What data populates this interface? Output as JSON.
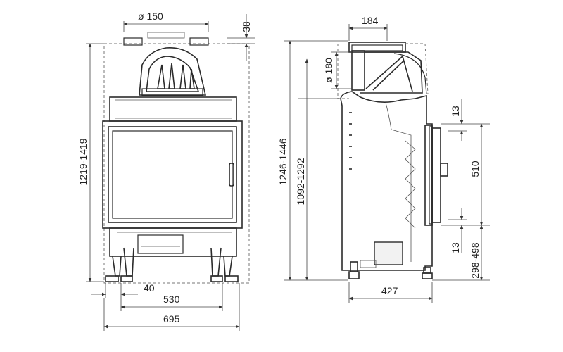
{
  "front_view": {
    "flue_diameter": "ø 150",
    "top_offset": "38",
    "height_range": "1219-1419",
    "leg_offset": "40",
    "inner_width": "530",
    "total_width": "695"
  },
  "side_view": {
    "top_width": "184",
    "flue_diameter": "ø 180",
    "height_total": "1246-1446",
    "height_body": "1092-1292",
    "top_clearance": "13",
    "door_height": "510",
    "bottom_clearance": "13",
    "base_height": "298-498",
    "depth": "427"
  }
}
